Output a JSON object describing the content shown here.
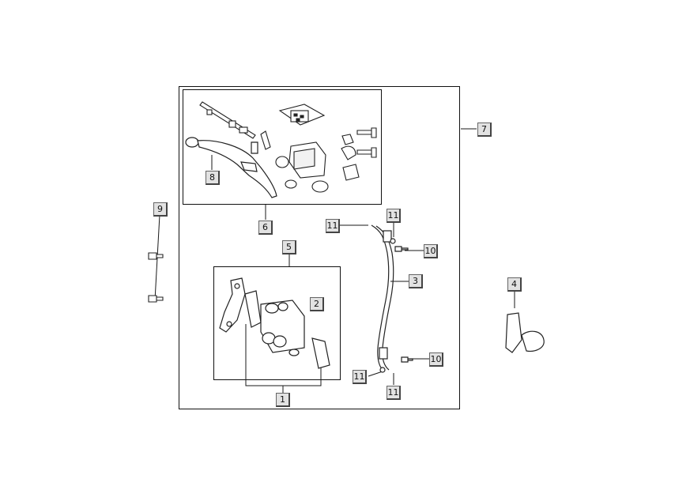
{
  "callouts": [
    "1",
    "2",
    "3",
    "4",
    "5",
    "6",
    "7",
    "8",
    "9",
    "10",
    "10",
    "11",
    "11",
    "11",
    "11"
  ],
  "colors": {
    "line": "#1a1a1a",
    "callout_bg": "#e2e2e2",
    "callout_border": "#555555"
  }
}
